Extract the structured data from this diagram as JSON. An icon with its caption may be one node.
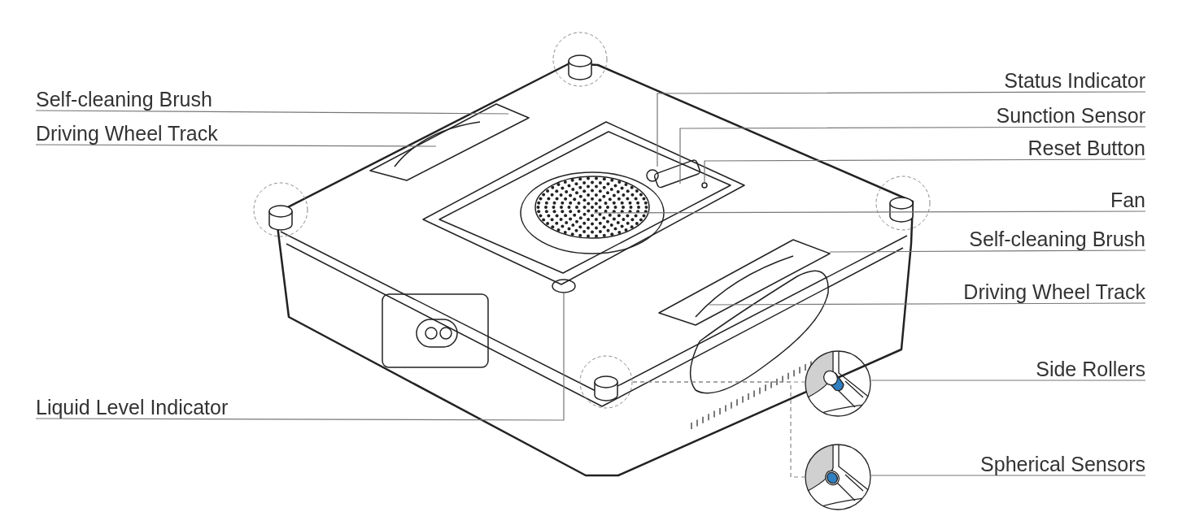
{
  "diagram": {
    "nodes": [
      {
        "text": [
          "Self-cleaning Brush"
        ]
      },
      {
        "text": [
          "Driving Wheel Track"
        ]
      },
      {
        "text": [
          "Status Indicator"
        ]
      },
      {
        "text": [
          "Sunction Sensor"
        ]
      },
      {
        "text": [
          "Reset Button"
        ]
      },
      {
        "text": [
          "Fan"
        ]
      },
      {
        "text": [
          "Self-cleaning Brush"
        ]
      },
      {
        "text": [
          "Driving Wheel Track"
        ]
      },
      {
        "text": [
          "Side Rollers"
        ]
      },
      {
        "text": [
          "Spherical Sensors"
        ]
      },
      {
        "text": [
          "Liquid Level Indicator"
        ]
      },
      {
        "text": [],
        "shape": "circle"
      },
      {
        "text": [],
        "shape": "picture"
      },
      {
        "text": [],
        "shape": "picture"
      }
    ],
    "edges": [
      {
        "from": 0,
        "to": null,
        "arrow": "none"
      },
      {
        "from": 1,
        "to": null,
        "arrow": "none"
      },
      {
        "from": 2,
        "to": null,
        "arrow": "none"
      },
      {
        "from": 3,
        "to": null,
        "arrow": "none"
      },
      {
        "from": 4,
        "to": null,
        "arrow": "none"
      },
      {
        "from": 5,
        "to": null,
        "arrow": "none"
      },
      {
        "from": 6,
        "to": null,
        "arrow": "none"
      },
      {
        "from": 7,
        "to": null,
        "arrow": "none"
      },
      {
        "from": 10,
        "to": null,
        "arrow": "none"
      },
      {
        "from": 8,
        "to": 12,
        "arrow": "none"
      },
      {
        "from": 9,
        "to": 13,
        "arrow": "none"
      },
      {
        "from": 11,
        "to": 12,
        "arrow": "none",
        "style": "dashed"
      },
      {
        "from": 11,
        "to": 13,
        "arrow": "none",
        "style": "dashed"
      }
    ]
  }
}
